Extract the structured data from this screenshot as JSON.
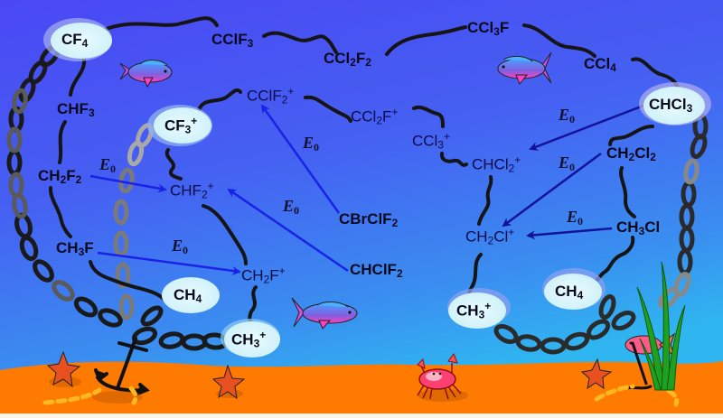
{
  "scene": {
    "colors": {
      "water_top": "#4a4af5",
      "water_mid": "#3f6ef2",
      "water_bottom_left": "#2fb4f0",
      "sand": "#ff7a00",
      "bubble_fill": "#d8f6fb",
      "bubble_halo": "#9fa9f0",
      "arrow_blue": "#1a22e6",
      "arrow_navy": "#14129a",
      "chain_dark": "#1a1a1a",
      "chain_grey": "#777777"
    },
    "energy_label": {
      "symbol": "E",
      "subscript": "0"
    }
  },
  "neutrals": [
    {
      "id": "CF4",
      "main": "CF",
      "sub": "4",
      "bubbled": true
    },
    {
      "id": "CHF3",
      "main": "CHF",
      "sub": "3"
    },
    {
      "id": "CH2F2",
      "parts": [
        "CH",
        "2",
        "F",
        "2"
      ]
    },
    {
      "id": "CH3F",
      "parts": [
        "CH",
        "3",
        "F",
        ""
      ]
    },
    {
      "id": "CH4_left",
      "main": "CH",
      "sub": "4",
      "bubbled": true
    },
    {
      "id": "CClF3",
      "main": "CClF",
      "sub": "3"
    },
    {
      "id": "CCl2F2",
      "parts": [
        "CCl",
        "2",
        "F",
        "2"
      ]
    },
    {
      "id": "CCl3F",
      "parts": [
        "CCl",
        "3",
        "F",
        ""
      ]
    },
    {
      "id": "CCl4",
      "main": "CCl",
      "sub": "4"
    },
    {
      "id": "CHCl3",
      "main": "CHCl",
      "sub": "3",
      "bubbled": true
    },
    {
      "id": "CH2Cl2",
      "parts": [
        "CH",
        "2",
        "Cl",
        "2"
      ]
    },
    {
      "id": "CH3Cl",
      "parts": [
        "CH",
        "3",
        "Cl",
        ""
      ]
    },
    {
      "id": "CH4_right",
      "main": "CH",
      "sub": "4",
      "bubbled": true
    },
    {
      "id": "CBrClF2",
      "main": "CBrClF",
      "sub": "2"
    },
    {
      "id": "CHClF2",
      "main": "CHClF",
      "sub": "2"
    }
  ],
  "ions": [
    {
      "id": "CF3+",
      "main": "CF",
      "sub": "3",
      "charge": "+",
      "bubbled": true
    },
    {
      "id": "CHF2+",
      "main": "CHF",
      "sub": "2",
      "charge": "+"
    },
    {
      "id": "CH2F+",
      "parts": [
        "CH",
        "2",
        "F"
      ],
      "charge": "+"
    },
    {
      "id": "CH3+_left",
      "main": "CH",
      "sub": "3",
      "charge": "+",
      "bubbled": true
    },
    {
      "id": "CClF2+",
      "main": "CClF",
      "sub": "2",
      "charge": "+"
    },
    {
      "id": "CCl2F+",
      "parts": [
        "CCl",
        "2",
        "F"
      ],
      "charge": "+"
    },
    {
      "id": "CCl3+",
      "main": "CCl",
      "sub": "3",
      "charge": "+"
    },
    {
      "id": "CHCl2+",
      "main": "CHCl",
      "sub": "2",
      "charge": "+"
    },
    {
      "id": "CH2Cl+",
      "parts": [
        "CH",
        "2",
        "Cl"
      ],
      "charge": "+"
    },
    {
      "id": "CH3+_right",
      "main": "CH",
      "sub": "3",
      "charge": "+",
      "bubbled": true
    }
  ],
  "arrows": [
    {
      "from": "CH2F2",
      "to": "CHF2+",
      "label": "E0"
    },
    {
      "from": "CH3F",
      "to": "CH2F+",
      "label": "E0"
    },
    {
      "from": "CBrClF2",
      "to": "CClF2+",
      "label": "E0"
    },
    {
      "from": "CHClF2",
      "to": "CHF2+",
      "label": "E0"
    },
    {
      "from": "CHCl3",
      "to": "CHCl2+",
      "label": "E0"
    },
    {
      "from": "CH2Cl2",
      "to": "CH2Cl+",
      "label": "E0"
    },
    {
      "from": "CH3Cl",
      "to": "CH2Cl+",
      "label": "E0"
    }
  ],
  "decorations": [
    "fish",
    "fish",
    "fish",
    "fish-small-orange",
    "starfish",
    "starfish",
    "starfish",
    "crab",
    "anchor",
    "anchor",
    "seaweed",
    "chain-left-outer",
    "chain-left-inner",
    "chain-right"
  ]
}
